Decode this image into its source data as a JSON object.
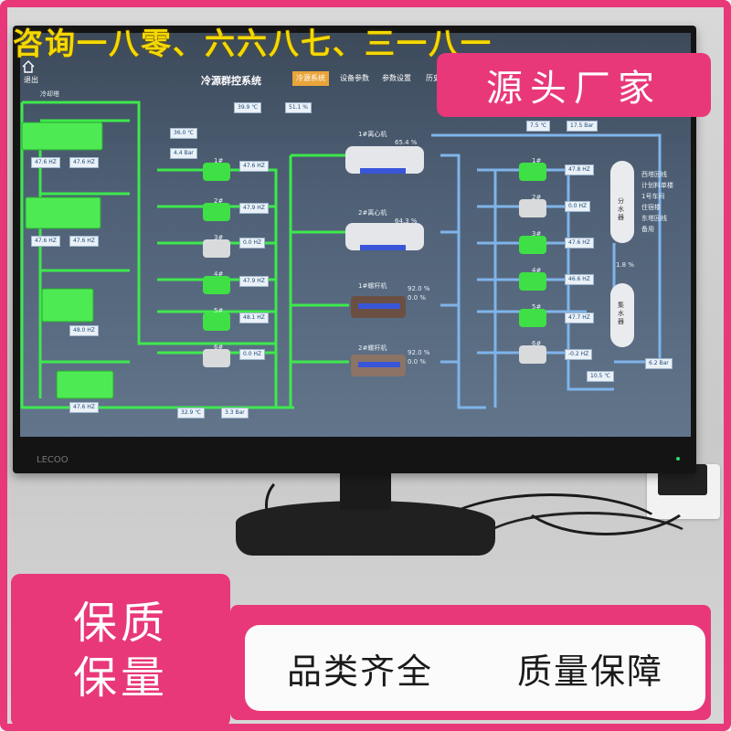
{
  "overlay": {
    "top_banner": "咨询一八零、六六八七、三一八一",
    "top_badge": "源头厂家",
    "left_badge_line1": "保质",
    "left_badge_line2": "保量",
    "bottom_left": "品类齐全",
    "bottom_right": "质量保障"
  },
  "monitor": {
    "brand": "LECOO"
  },
  "scada": {
    "exit": "退出",
    "title": "冷源群控系统",
    "tabs": [
      {
        "label": "冷源系统",
        "active": true
      },
      {
        "label": "设备参数",
        "active": false
      },
      {
        "label": "参数设置",
        "active": false
      },
      {
        "label": "历史",
        "active": false
      }
    ],
    "cooling_tower_label": "冷却塔",
    "outdoor": {
      "temp": "39.9 ℃",
      "humidity": "51.1 %"
    },
    "cooling_inlet": {
      "temp": "36.0 ℃",
      "pressure": "4.4 Bar"
    },
    "cooling_outlet": {
      "temp": "32.9 ℃",
      "pressure": "3.3 Bar"
    },
    "tower_hz": [
      "47.6 HZ",
      "47.6 HZ",
      "47.6 HZ",
      "47.6 HZ",
      "48.0 HZ",
      "47.6 HZ"
    ],
    "cooling_pumps": [
      {
        "id": "1#",
        "hz": "47.6 HZ",
        "on": true
      },
      {
        "id": "2#",
        "hz": "47.9 HZ",
        "on": true
      },
      {
        "id": "3#",
        "hz": "0.0 HZ",
        "on": false
      },
      {
        "id": "4#",
        "hz": "47.9 HZ",
        "on": true
      },
      {
        "id": "5#",
        "hz": "48.1 HZ",
        "on": true
      },
      {
        "id": "6#",
        "hz": "0.0 HZ",
        "on": false
      }
    ],
    "chillers": [
      {
        "name": "1#离心机",
        "load": "65.4 %"
      },
      {
        "name": "2#离心机",
        "load": "64.3 %"
      },
      {
        "name": "1#螺杆机",
        "load": "92.0 %",
        "load2": "0.0 %"
      },
      {
        "name": "2#螺杆机",
        "load": "92.0 %",
        "load2": "0.0 %"
      }
    ],
    "chilled_supply": {
      "temp": "7.5 ℃",
      "pressure": "17.5 Bar"
    },
    "chilled_pumps": [
      {
        "id": "1#",
        "hz": "47.8 HZ",
        "on": true
      },
      {
        "id": "2#",
        "hz": "0.0 HZ",
        "on": false
      },
      {
        "id": "3#",
        "hz": "47.6 HZ",
        "on": true
      },
      {
        "id": "4#",
        "hz": "46.6 HZ",
        "on": true
      },
      {
        "id": "5#",
        "hz": "47.7 HZ",
        "on": true
      },
      {
        "id": "6#",
        "hz": "-0.2 HZ",
        "on": false
      }
    ],
    "supply_header": "分水器",
    "return_header": "集水器",
    "branches": [
      "西塔回线",
      "计划料单楼",
      "1号车间",
      "住宿楼",
      "东塔回线",
      "备用"
    ],
    "bypass": "1.8 %",
    "chilled_return": {
      "temp": "10.5 ℃",
      "pressure": "6.2 Bar"
    },
    "colors": {
      "cooling_pipe": "#3df04a",
      "chilled_pipe": "#7fb4ea",
      "active_tab": "#e8a53a",
      "brand_pink": "#e8387a",
      "banner_yellow": "#f5d800"
    }
  }
}
